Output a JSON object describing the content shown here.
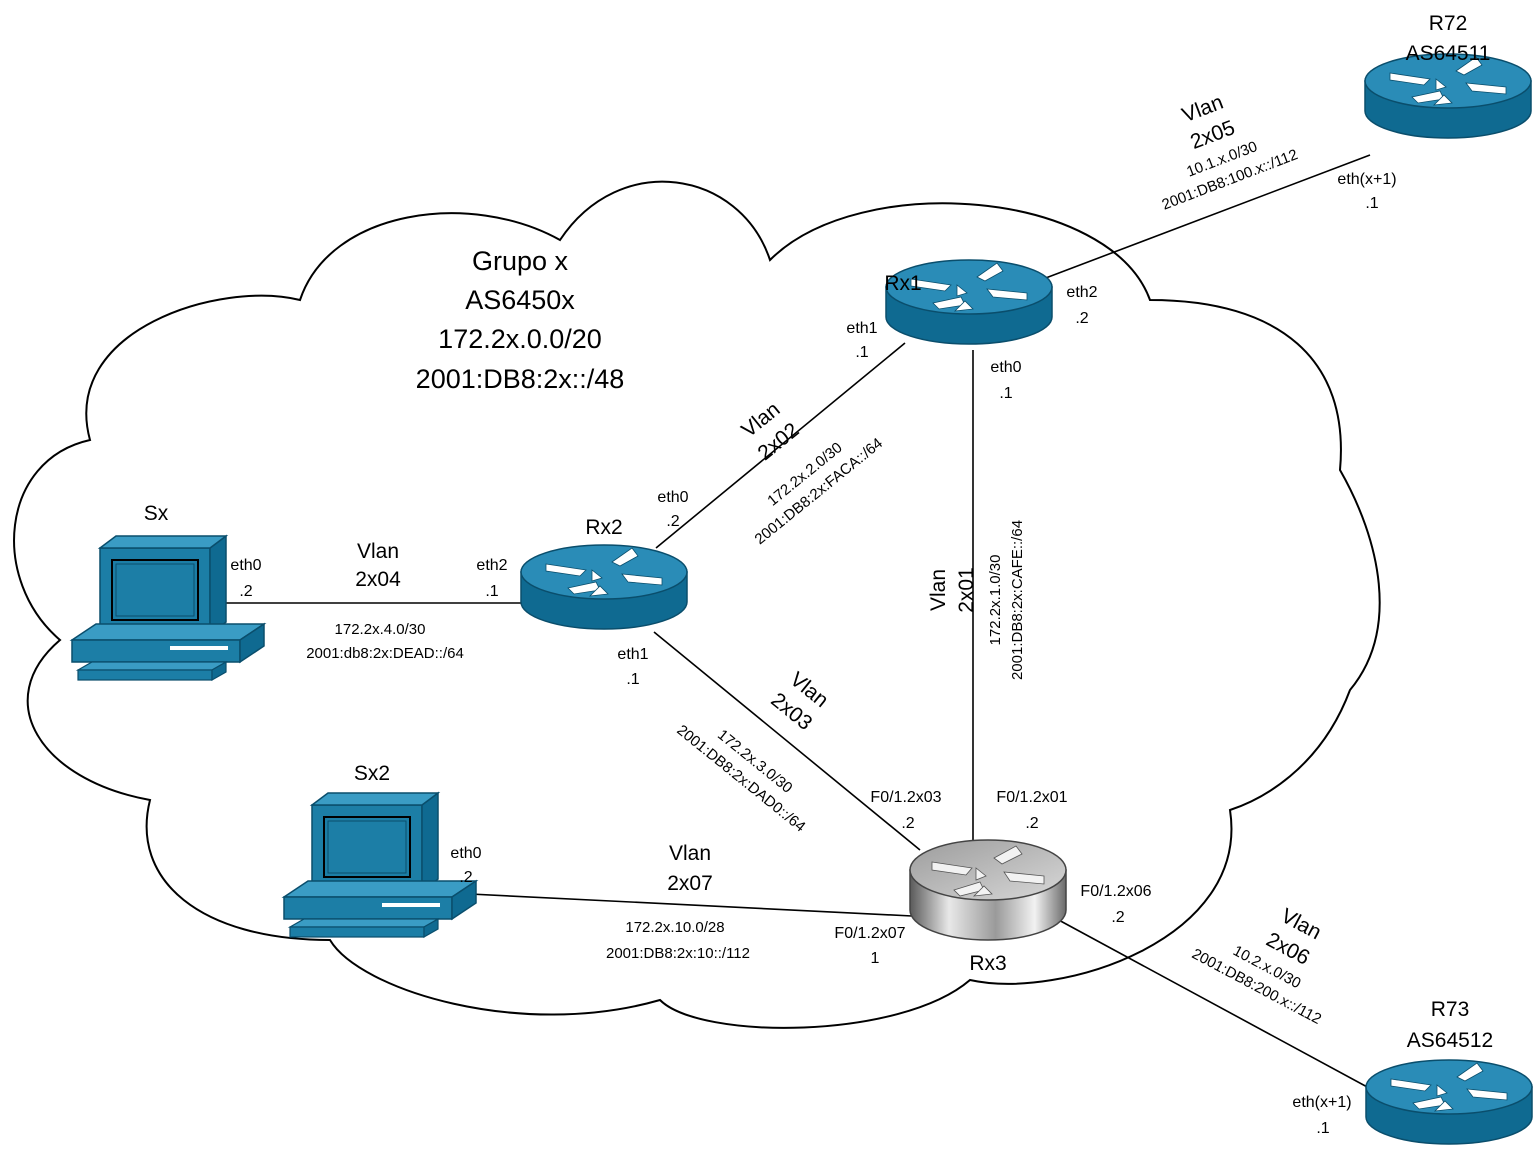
{
  "colors": {
    "router_blue": "#1c7ea6",
    "router_dark": "#0e5d7e",
    "router_top": "#3a9cc4",
    "l3switch_grey": "#a9a9a9",
    "cloud_outline": "#000000"
  },
  "icons": {
    "router": "router-icon",
    "l3_switch": "layer3-switch-icon",
    "workstation": "computer-icon",
    "cloud": "cloud-shape"
  },
  "group": {
    "line1": "Grupo x",
    "line2": "AS6450x",
    "line3": "172.2x.0.0/20",
    "line4": "2001:DB8:2x::/48"
  },
  "devices": {
    "r72": {
      "name": "R72",
      "as": "AS64511"
    },
    "r73": {
      "name": "R73",
      "as": "AS64512"
    },
    "rx1": {
      "name": "Rx1"
    },
    "rx2": {
      "name": "Rx2"
    },
    "rx3": {
      "name": "Rx3"
    },
    "sx": {
      "name": "Sx"
    },
    "sx2": {
      "name": "Sx2"
    }
  },
  "links": {
    "vlan05": {
      "vlan": "Vlan",
      "id": "2x05",
      "ipv4": "10.1.x.0/30",
      "ipv6": "2001:DB8:100.x::/112"
    },
    "vlan02": {
      "vlan": "Vlan",
      "id": "2x02",
      "ipv4": "172.2x.2.0/30",
      "ipv6": "2001:DB8:2x:FACA::/64"
    },
    "vlan01": {
      "vlan": "Vlan",
      "id": "2x01",
      "ipv4": "172.2x.1.0/30",
      "ipv6": "2001:DB8:2x:CAFE::/64"
    },
    "vlan04": {
      "vlan": "Vlan",
      "id": "2x04",
      "ipv4": "172.2x.4.0/30",
      "ipv6": "2001:db8:2x:DEAD::/64"
    },
    "vlan03": {
      "vlan": "Vlan",
      "id": "2x03",
      "ipv4": "172.2x.3.0/30",
      "ipv6": "2001:DB8:2x:DAD0::/64"
    },
    "vlan07": {
      "vlan": "Vlan",
      "id": "2x07",
      "ipv4": "172.2x.10.0/28",
      "ipv6": "2001:DB8:2x:10::/112"
    },
    "vlan06": {
      "vlan": "Vlan",
      "id": "2x06",
      "ipv4": "10.2.x.0/30",
      "ipv6": "2001:DB8:200.x::/112"
    }
  },
  "interfaces": {
    "r72_eth": {
      "name": "eth(x+1)",
      "addr": ".1"
    },
    "rx1_eth2": {
      "name": "eth2",
      "addr": ".2"
    },
    "rx1_eth1": {
      "name": "eth1",
      "addr": ".1"
    },
    "rx1_eth0": {
      "name": "eth0",
      "addr": ".1"
    },
    "rx2_eth0": {
      "name": "eth0",
      "addr": ".2"
    },
    "rx2_eth2": {
      "name": "eth2",
      "addr": ".1"
    },
    "rx2_eth1": {
      "name": "eth1",
      "addr": ".1"
    },
    "sx_eth0": {
      "name": "eth0",
      "addr": ".2"
    },
    "sx2_eth0": {
      "name": "eth0",
      "addr": ".2"
    },
    "rx3_f03": {
      "name": "F0/1.2x03",
      "addr": ".2"
    },
    "rx3_f01": {
      "name": "F0/1.2x01",
      "addr": ".2"
    },
    "rx3_f06": {
      "name": "F0/1.2x06",
      "addr": ".2"
    },
    "rx3_f07": {
      "name": "F0/1.2x07",
      "addr": "1"
    },
    "r73_eth": {
      "name": "eth(x+1)",
      "addr": ".1"
    }
  }
}
